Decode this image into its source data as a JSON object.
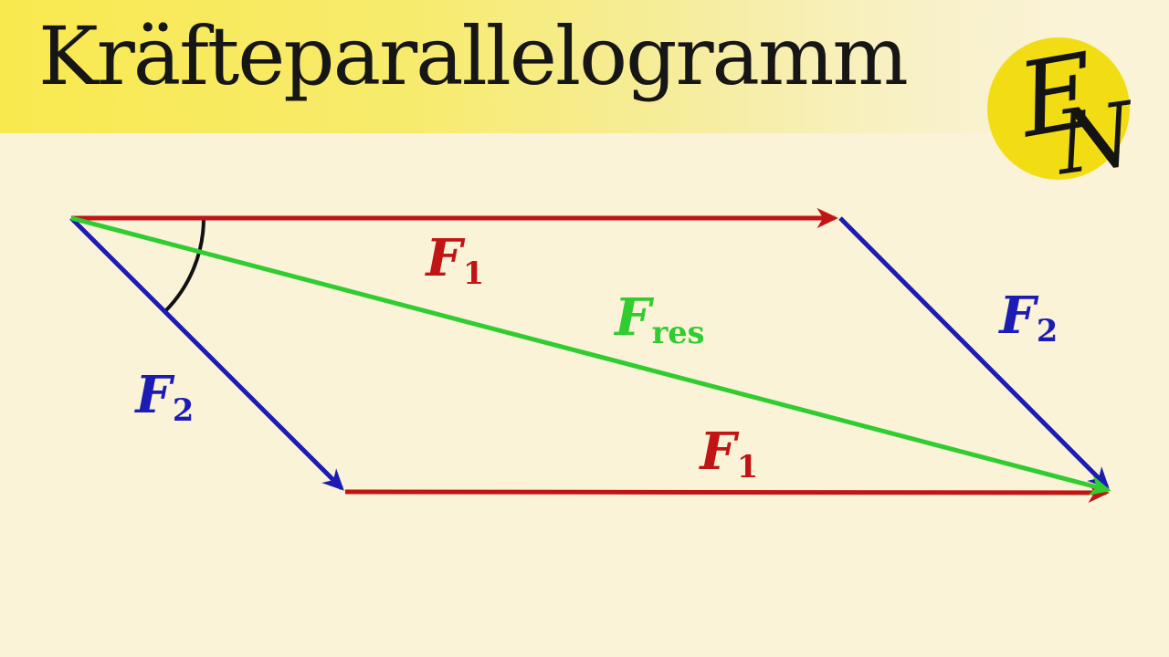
{
  "header": {
    "title": "Kräfteparallelogramm"
  },
  "logo": {
    "letter_e": "E",
    "letter_n": "N",
    "circle_color": "#f2dd15"
  },
  "labels": {
    "f1_top": {
      "base": "F",
      "sub": "1"
    },
    "f1_bottom": {
      "base": "F",
      "sub": "1"
    },
    "f2_left": {
      "base": "F",
      "sub": "2"
    },
    "f2_right": {
      "base": "F",
      "sub": "2"
    },
    "f_res": {
      "base": "F",
      "sub": "res"
    }
  },
  "diagram": {
    "type": "force-parallelogram",
    "vectors": [
      {
        "name": "F1 top edge",
        "from": "top-left",
        "to": "top-right",
        "color": "#c11414"
      },
      {
        "name": "F1 bottom edge",
        "from": "bottom-left",
        "to": "bottom-right",
        "color": "#c11414"
      },
      {
        "name": "F2 left edge",
        "from": "top-left",
        "to": "bottom-left",
        "color": "#1c1cb4"
      },
      {
        "name": "F2 right edge",
        "from": "top-right",
        "to": "bottom-right",
        "color": "#1c1cb4"
      },
      {
        "name": "F resultant diagonal",
        "from": "top-left",
        "to": "bottom-right",
        "color": "#30cc30"
      }
    ],
    "angle_marker": {
      "at_vertex": "top-left",
      "between": [
        "F1 top edge",
        "F2 left edge"
      ],
      "color": "#111111"
    }
  },
  "colors": {
    "background": "#faf3d8",
    "header_yellow": "#f9e94f",
    "logo_yellow": "#f2dd15",
    "f1_red": "#c11414",
    "f2_blue": "#1c1cb4",
    "f_res_green": "#30cc30",
    "angle_black": "#111111"
  }
}
